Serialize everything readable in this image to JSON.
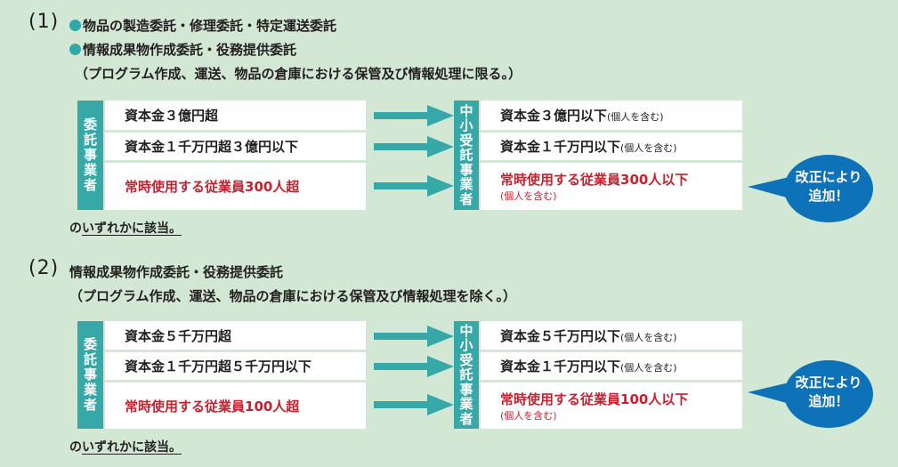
{
  "colors": {
    "background": "#d2e8d4",
    "teal": "#36a8a8",
    "red_text": "#c8202f",
    "bubble_blue": "#0d72b8",
    "text": "#231f20"
  },
  "sections": [
    {
      "number": "(1)",
      "headings": [
        {
          "bullet": true,
          "text": "物品の製造委託・修理委託・特定運送委託"
        },
        {
          "bullet": true,
          "text": "情報成果物作成委託・役務提供委託"
        },
        {
          "bullet": false,
          "text": "（プログラム作成、運送、物品の倉庫における保管及び情報処理に限る。）"
        }
      ],
      "left_label": [
        "委",
        "託",
        "事",
        "業",
        "者"
      ],
      "right_label": [
        "中",
        "小",
        "受",
        "託",
        "事",
        "業",
        "者"
      ],
      "rows": [
        {
          "left": "資本金３億円超",
          "right": "資本金３億円以下",
          "right_note": "(個人を含む)",
          "highlight": false
        },
        {
          "left": "資本金１千万円超３億円以下",
          "right": "資本金１千万円以下",
          "right_note": "(個人を含む)",
          "highlight": false
        },
        {
          "left": "常時使用する従業員300人超",
          "right": "常時使用する従業員300人以下",
          "right_note": "(個人を含む)",
          "highlight": true
        }
      ],
      "footer_prefix": "の",
      "footer_underlined": "いずれかに該当。",
      "bubble": [
        "改正により",
        "追加！"
      ]
    },
    {
      "number": "(2)",
      "headings": [
        {
          "bullet": false,
          "text": "情報成果物作成委託・役務提供委託"
        },
        {
          "bullet": false,
          "text": "（プログラム作成、運送、物品の倉庫における保管及び情報処理を除く。）"
        }
      ],
      "left_label": [
        "委",
        "託",
        "事",
        "業",
        "者"
      ],
      "right_label": [
        "中",
        "小",
        "受",
        "託",
        "事",
        "業",
        "者"
      ],
      "rows": [
        {
          "left": "資本金５千万円超",
          "right": "資本金５千万円以下",
          "right_note": "(個人を含む)",
          "highlight": false
        },
        {
          "left": "資本金１千万円超５千万円以下",
          "right": "資本金１千万円以下",
          "right_note": "(個人を含む)",
          "highlight": false
        },
        {
          "left": "常時使用する従業員100人超",
          "right": "常時使用する従業員100人以下",
          "right_note": "(個人を含む)",
          "highlight": true
        }
      ],
      "footer_prefix": "の",
      "footer_underlined": "いずれかに該当。",
      "bubble": [
        "改正により",
        "追加！"
      ]
    }
  ]
}
